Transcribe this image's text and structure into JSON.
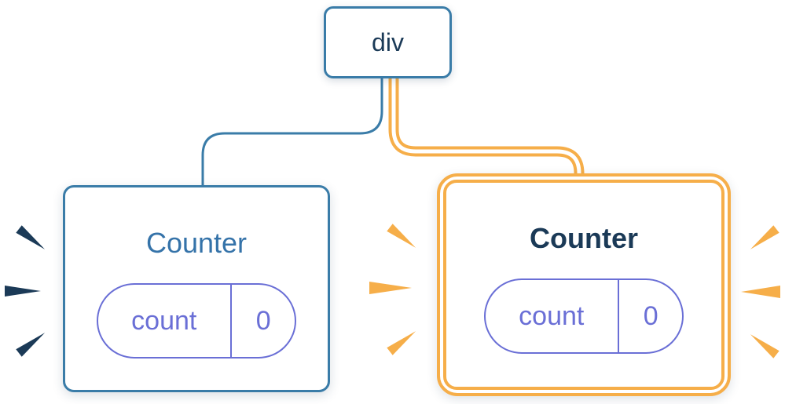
{
  "colors": {
    "blue": "#3A7CA8",
    "navy": "#1B3A57",
    "blue_text": "#3573A9",
    "purple": "#6A6FD6",
    "orange": "#F6AE49",
    "white": "#FFFFFF"
  },
  "tree": {
    "root": {
      "label": "div"
    },
    "children": [
      {
        "title": "Counter",
        "state_key": "count",
        "state_value": "0",
        "highlighted": false
      },
      {
        "title": "Counter",
        "state_key": "count",
        "state_value": "0",
        "highlighted": true
      }
    ]
  }
}
